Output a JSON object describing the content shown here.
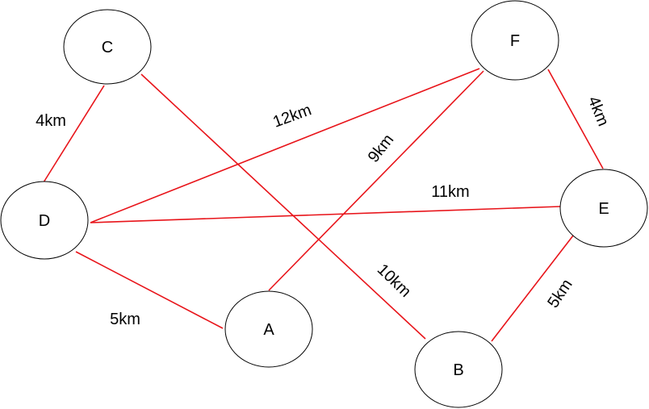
{
  "colors": {
    "edge": "#e8141a",
    "node_stroke": "#000000",
    "node_fill": "#ffffff",
    "text": "#000000"
  },
  "nodes": [
    {
      "id": "C",
      "label": "C"
    },
    {
      "id": "F",
      "label": "F"
    },
    {
      "id": "D",
      "label": "D"
    },
    {
      "id": "E",
      "label": "E"
    },
    {
      "id": "A",
      "label": "A"
    },
    {
      "id": "B",
      "label": "B"
    }
  ],
  "edges": [
    {
      "id": "C-D",
      "from": "C",
      "to": "D",
      "label": "4km"
    },
    {
      "id": "C-B",
      "from": "C",
      "to": "B",
      "label": "10km"
    },
    {
      "id": "D-F",
      "from": "D",
      "to": "F",
      "label": "12km"
    },
    {
      "id": "A-F",
      "from": "A",
      "to": "F",
      "label": "9km"
    },
    {
      "id": "D-E",
      "from": "D",
      "to": "E",
      "label": "11km"
    },
    {
      "id": "F-E",
      "from": "F",
      "to": "E",
      "label": "4km"
    },
    {
      "id": "D-A",
      "from": "D",
      "to": "A",
      "label": "5km"
    },
    {
      "id": "B-E",
      "from": "B",
      "to": "E",
      "label": "5km"
    }
  ]
}
